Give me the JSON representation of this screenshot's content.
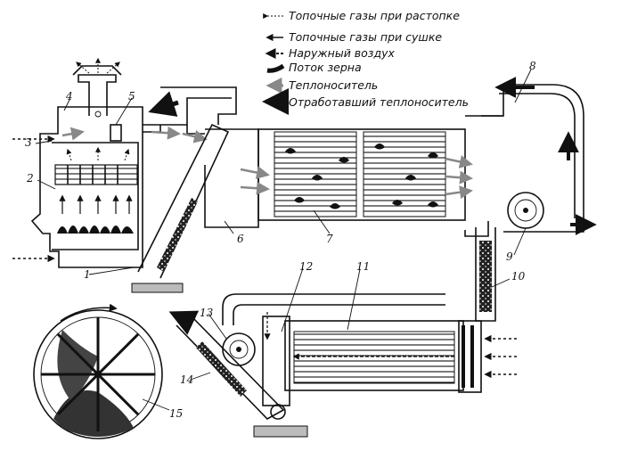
{
  "legend": [
    {
      "key": "flue-startup",
      "text": "Топочные газы при растопке"
    },
    {
      "key": "flue-drying",
      "text": "Топочные газы при сушке"
    },
    {
      "key": "outside-air",
      "text": "Наружный воздух"
    },
    {
      "key": "grain-flow",
      "text": "Поток зерна"
    },
    {
      "key": "heat-carrier",
      "text": "Теплоноситель"
    },
    {
      "key": "spent-carrier",
      "text": "Отработавший теплоноситель"
    }
  ],
  "labels": [
    "1",
    "2",
    "3",
    "4",
    "5",
    "6",
    "7",
    "8",
    "9",
    "10",
    "11",
    "12",
    "13",
    "14",
    "15"
  ]
}
